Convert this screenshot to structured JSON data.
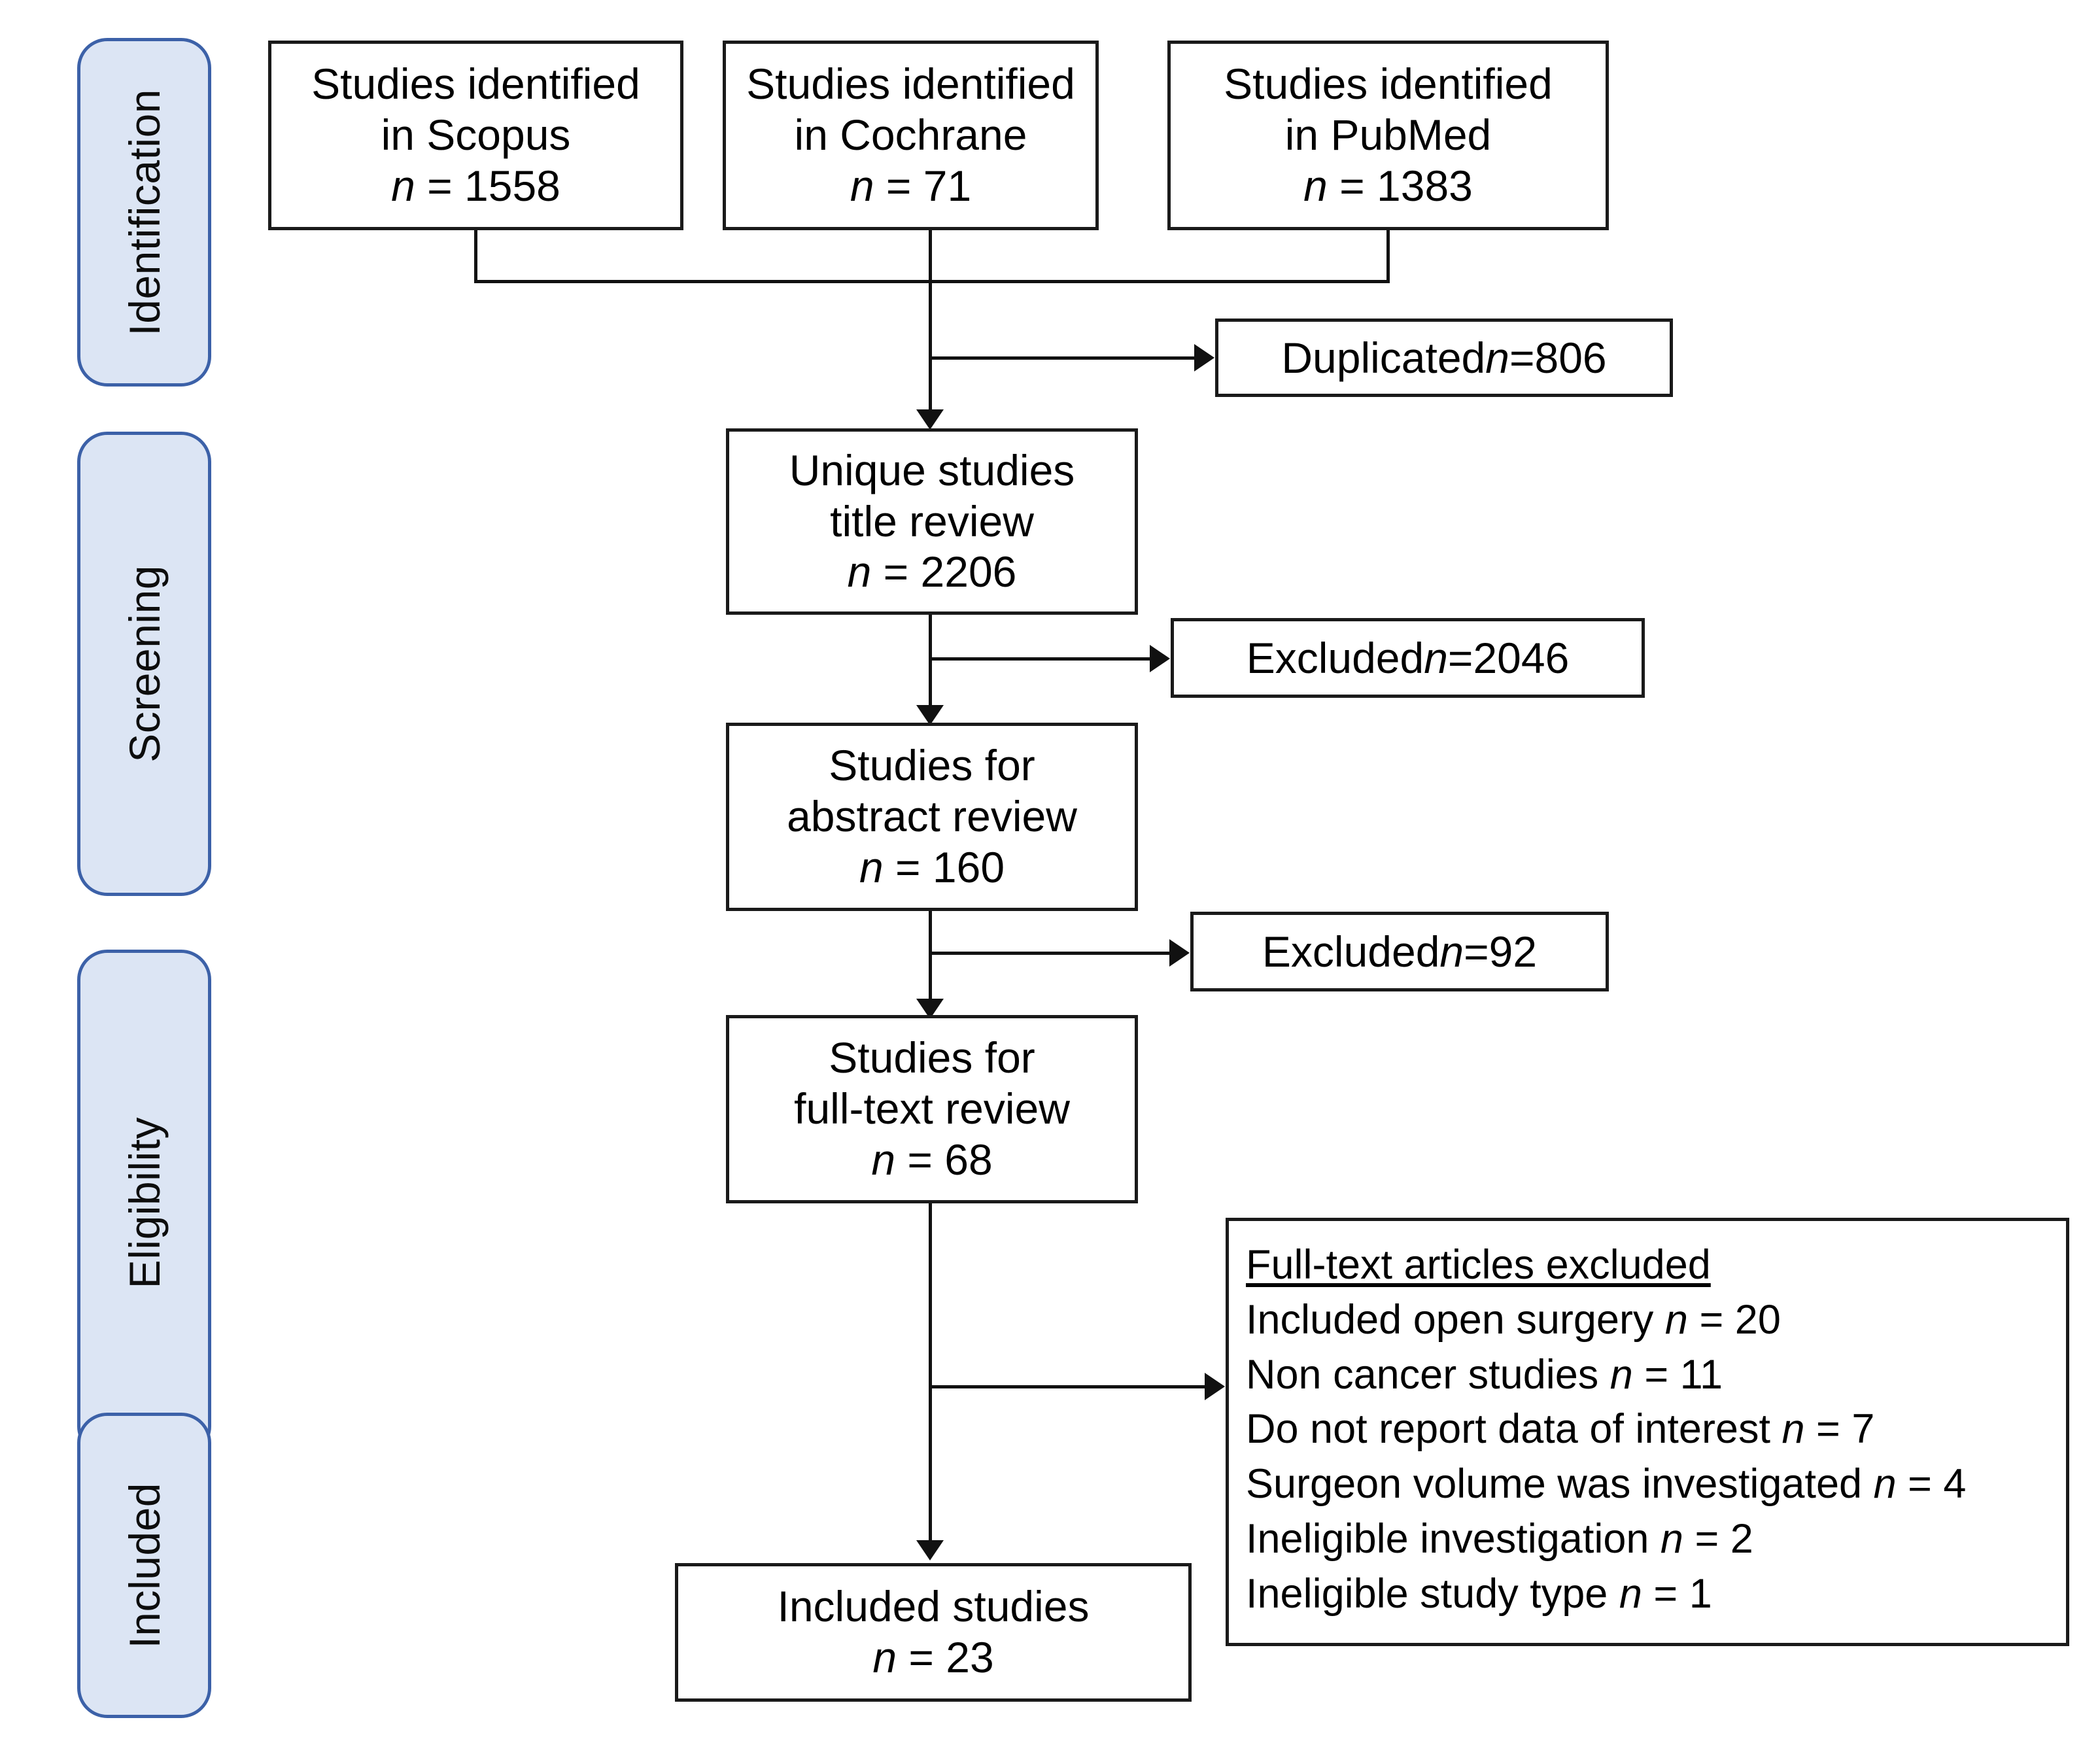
{
  "diagram": {
    "type": "prisma-flow-diagram",
    "stages": [
      {
        "id": "identification",
        "label": "Identification"
      },
      {
        "id": "screening",
        "label": "Screening"
      },
      {
        "id": "eligibility",
        "label": "Eligibility"
      },
      {
        "id": "included",
        "label": "Included"
      }
    ],
    "sources": [
      {
        "id": "scopus",
        "line1": "Studies identified",
        "line2": "in Scopus",
        "n_label": "n",
        "n_eq": " = ",
        "n_value": "1558"
      },
      {
        "id": "cochrane",
        "line1": "Studies identified",
        "line2": "in Cochrane",
        "n_label": "n",
        "n_eq": " = ",
        "n_value": "71"
      },
      {
        "id": "pubmed",
        "line1": "Studies identified",
        "line2": "in PubMed",
        "n_label": "n",
        "n_eq": " = ",
        "n_value": "1383"
      }
    ],
    "duplicated": {
      "text": "Duplicated ",
      "n_label": "n",
      "n_eq": " = ",
      "n_value": "806"
    },
    "title_review": {
      "line1": "Unique studies",
      "line2": "title review",
      "n_label": "n",
      "n_eq": " = ",
      "n_value": "2206"
    },
    "excluded_title": {
      "text": "Excluded ",
      "n_label": "n",
      "n_eq": " = ",
      "n_value": "2046"
    },
    "abstract_review": {
      "line1": "Studies for",
      "line2": "abstract review",
      "n_label": "n",
      "n_eq": " = ",
      "n_value": "160"
    },
    "excluded_abstract": {
      "text": "Excluded ",
      "n_label": "n",
      "n_eq": " = ",
      "n_value": "92"
    },
    "fulltext_review": {
      "line1": "Studies for",
      "line2": "full-text review",
      "n_label": "n",
      "n_eq": " = ",
      "n_value": "68"
    },
    "fulltext_excluded": {
      "title": "Full-text articles excluded",
      "items": [
        {
          "reason": "Included open surgery ",
          "n_label": "n",
          "n_eq": " = ",
          "n_value": "20"
        },
        {
          "reason": "Non cancer studies ",
          "n_label": "n",
          "n_eq": " = ",
          "n_value": "11"
        },
        {
          "reason": "Do not report data of interest ",
          "n_label": "n",
          "n_eq": " = ",
          "n_value": "7"
        },
        {
          "reason": "Surgeon volume was investigated ",
          "n_label": "n",
          "n_eq": " = ",
          "n_value": "4"
        },
        {
          "reason": "Ineligible investigation ",
          "n_label": "n",
          "n_eq": " = ",
          "n_value": "2"
        },
        {
          "reason": "Ineligible study type ",
          "n_label": "n",
          "n_eq": " = ",
          "n_value": "1"
        }
      ]
    },
    "included_studies": {
      "line1": "Included studies",
      "n_label": "n",
      "n_eq": " = ",
      "n_value": "23"
    },
    "colors": {
      "stage_fill": "#dce5f4",
      "stage_border": "#3c61a8",
      "box_border": "#1a1a1a",
      "box_fill": "#ffffff",
      "connector": "#111111",
      "text": "#000000"
    }
  }
}
